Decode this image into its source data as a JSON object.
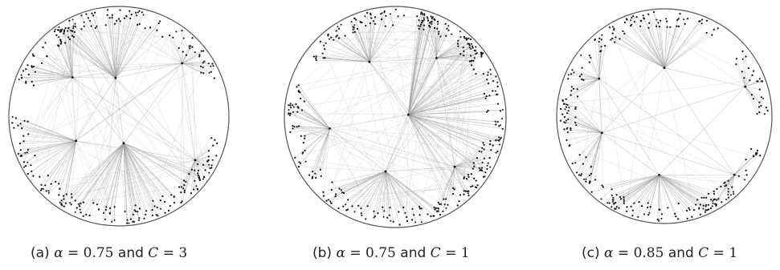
{
  "figure": {
    "panels": [
      {
        "id": "a",
        "tag": "(a)",
        "alpha_symbol": "α",
        "eq1": "=",
        "alpha_value": "0.75",
        "conj": "and",
        "c_symbol": "C",
        "eq2": "=",
        "c_value": "3"
      },
      {
        "id": "b",
        "tag": "(b)",
        "alpha_symbol": "α",
        "eq1": "=",
        "alpha_value": "0.75",
        "conj": "and",
        "c_symbol": "C",
        "eq2": "=",
        "c_value": "1"
      },
      {
        "id": "c",
        "tag": "(c)",
        "alpha_symbol": "α",
        "eq1": "=",
        "alpha_value": "0.85",
        "conj": "and",
        "c_symbol": "C",
        "eq2": "=",
        "c_value": "1"
      }
    ],
    "colors": {
      "circle": "#555555",
      "edge": "#9a9a9a",
      "node": "#111111"
    }
  }
}
